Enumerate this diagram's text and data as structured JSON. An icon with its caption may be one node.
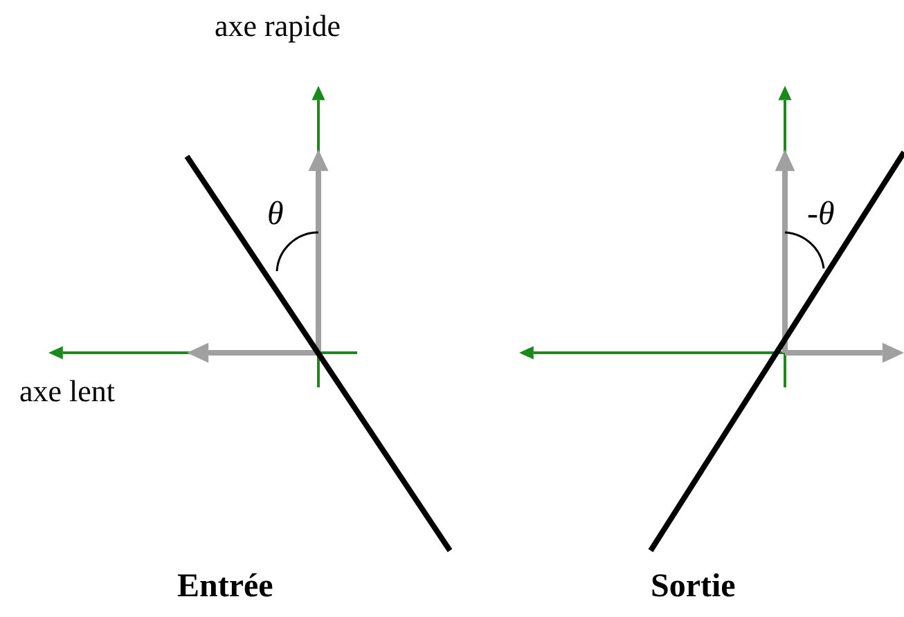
{
  "diagram": {
    "labels": [
      "axe rapide",
      "θ",
      "axe lent",
      "-θ",
      "Entrée",
      "Sortie"
    ]
  }
}
